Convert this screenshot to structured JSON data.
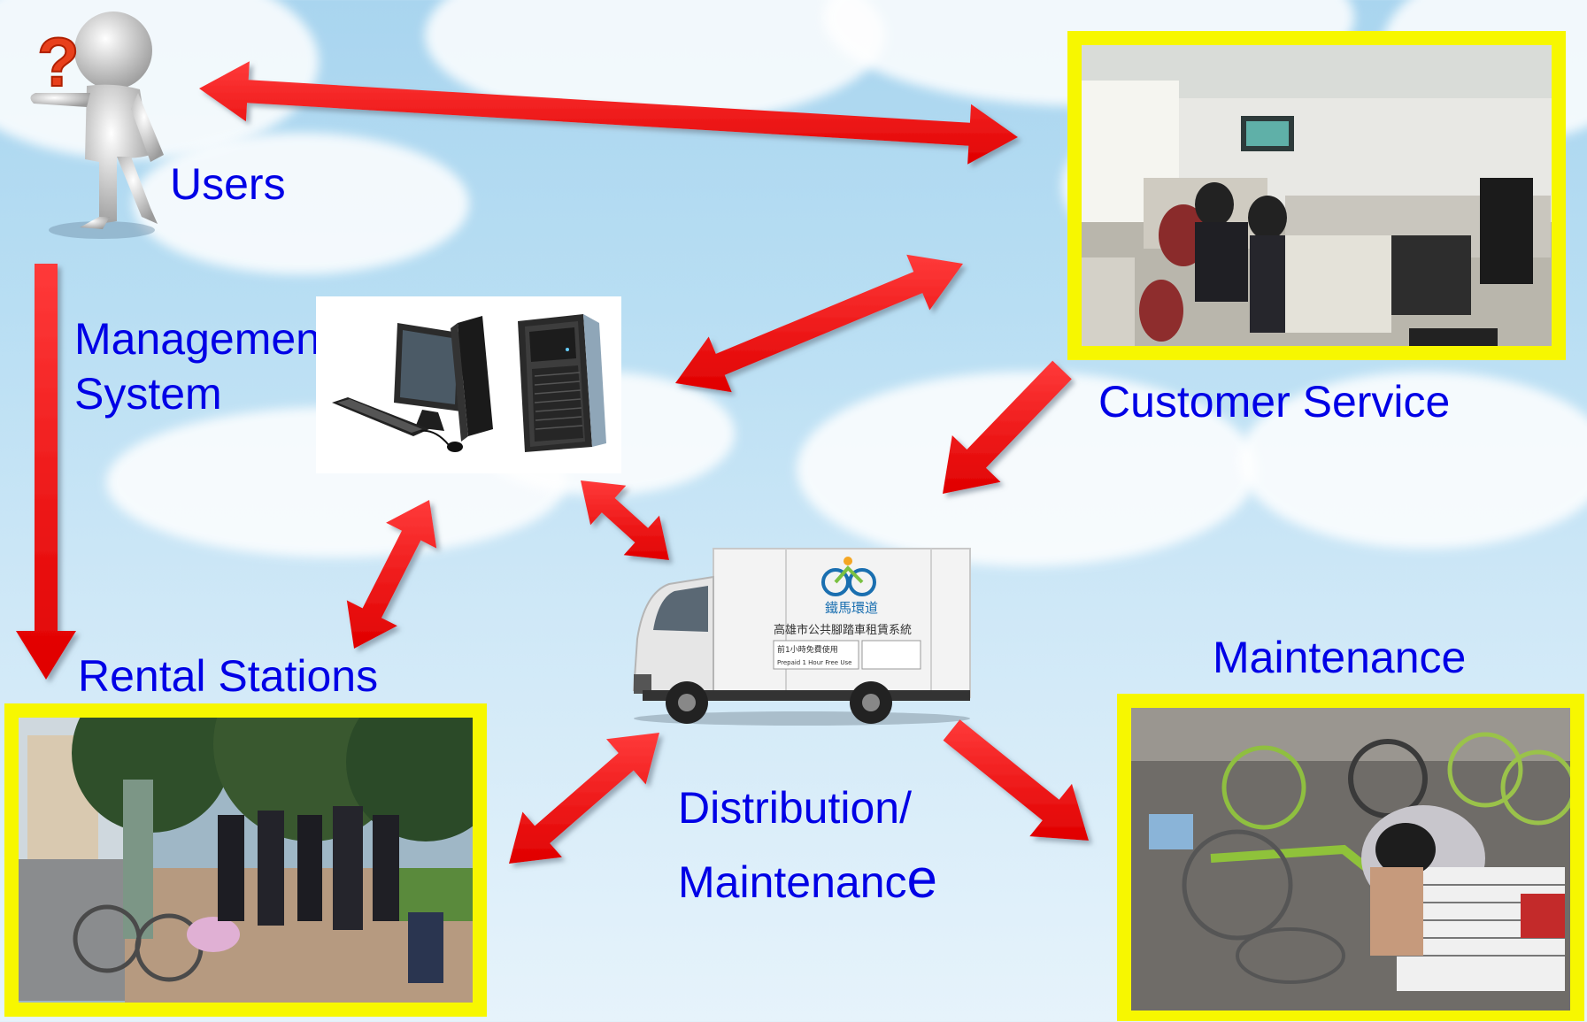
{
  "labels": {
    "users": "Users",
    "management_line1": "Management",
    "management_line2": "System",
    "customer_service": "Customer Service",
    "rental_stations": "Rental Stations",
    "maintenance": "Maintenance",
    "distribution_line1": "Distribution/",
    "distribution_line2_main": "Maintenanc",
    "distribution_line2_tail": "e"
  },
  "icons": {
    "user": "question-person-icon",
    "computer": "computer-server-icon",
    "truck": "delivery-truck-icon"
  },
  "truck_text": {
    "line1": "鐵馬環道",
    "line2": "高雄市公共腳踏車租賃系統",
    "line3": "前1小時免費使用",
    "line4": "Prepaid 1 Hour Free Use"
  },
  "colors": {
    "label": "#0000e6",
    "arrow": "#ff0000",
    "frame": "#f7f700"
  }
}
